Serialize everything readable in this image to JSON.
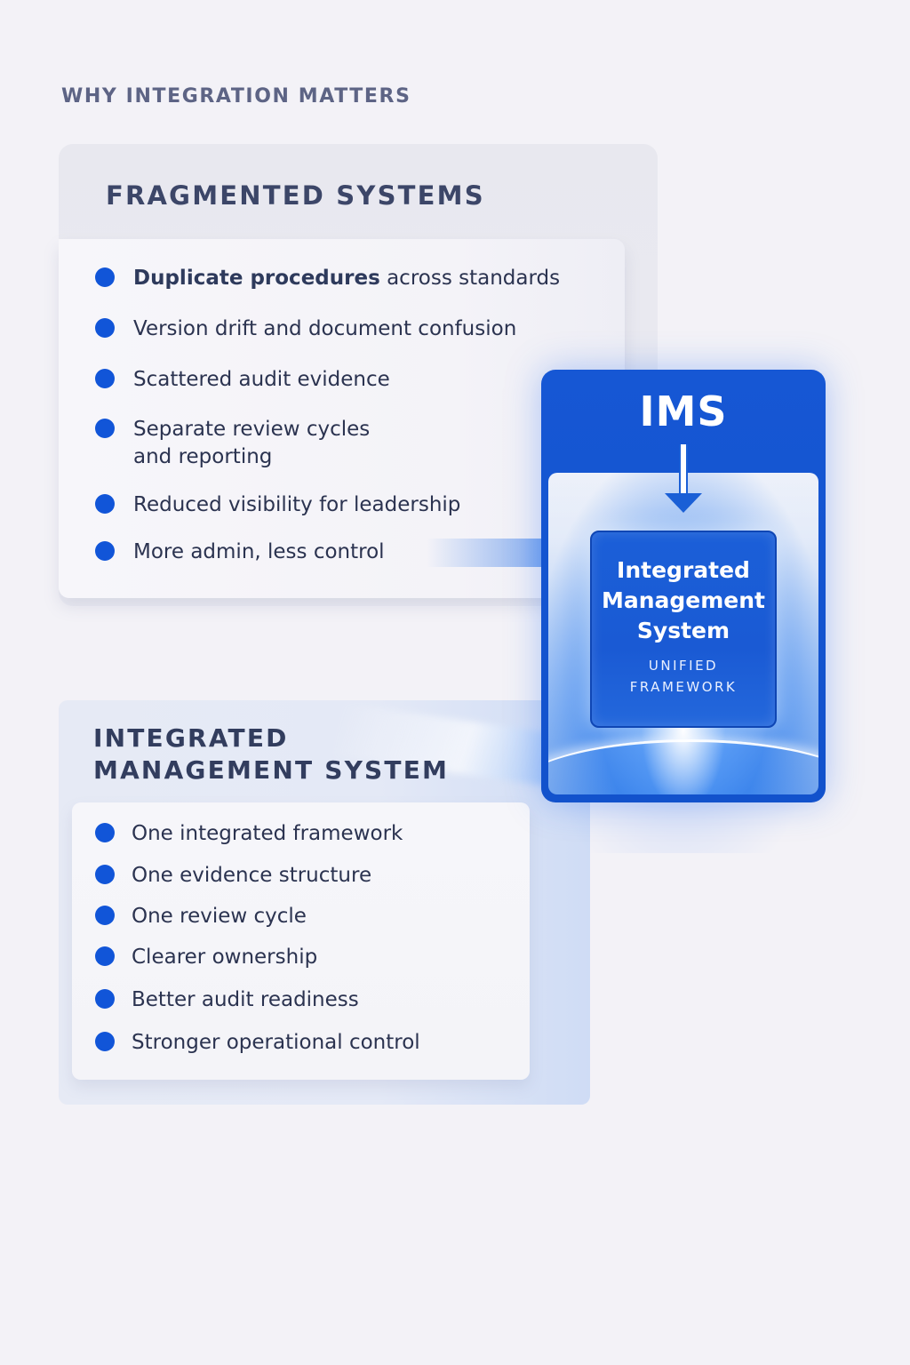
{
  "page": {
    "eyebrow": "WHY INTEGRATION MATTERS"
  },
  "fragmented": {
    "title": "FRAGMENTED SYSTEMS",
    "items": [
      {
        "bold": "Duplicate procedures",
        "rest": " across standards"
      },
      {
        "bold": "",
        "rest": "Version drift and document confusion"
      },
      {
        "bold": "",
        "rest": "Scattered audit evidence"
      },
      {
        "bold": "",
        "rest": "Separate review cycles\nand reporting",
        "line1": "Separate review cycles",
        "line2": "and reporting"
      },
      {
        "bold": "",
        "rest": "Reduced visibility for leadership"
      },
      {
        "bold": "",
        "rest": "More admin, less control"
      }
    ]
  },
  "ims": {
    "label": "IMS",
    "core_title_line1": "Integrated",
    "core_title_line2": "Management",
    "core_title_line3": "System",
    "core_sub_line1": "UNIFIED",
    "core_sub_line2": "FRAMEWORK",
    "arrow_icon": "arrow-down-icon"
  },
  "integrated": {
    "title_line1": "INTEGRATED",
    "title_line2": "MANAGEMENT SYSTEM",
    "items": [
      "One integrated framework",
      "One evidence structure",
      "One review cycle",
      "Clearer ownership",
      "Better audit readiness",
      "Stronger operational control"
    ]
  },
  "colors": {
    "accent_blue": "#1155d8",
    "card_blue": "#1657d4",
    "heading_navy": "#3c4668",
    "body_text": "#2b3350",
    "eyebrow_gray": "#5d6485",
    "background": "#f3f2f7"
  }
}
